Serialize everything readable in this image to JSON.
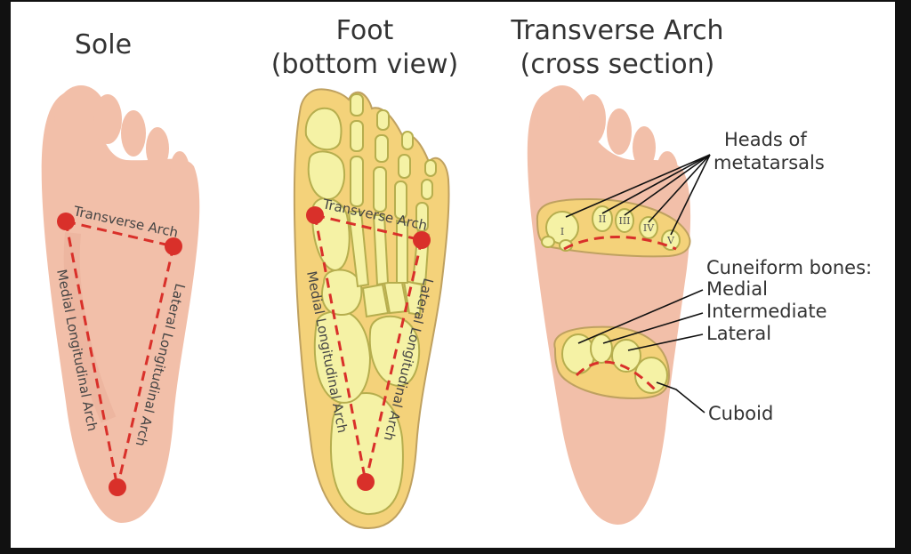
{
  "panels": {
    "sole": {
      "title": "Sole",
      "transverse": "Transverse Arch",
      "medial": "Medial Longitudinal Arch",
      "lateral": "Lateral Longitudinal Arch"
    },
    "foot": {
      "title_line1": "Foot",
      "title_line2": "(bottom view)",
      "transverse": "Transverse Arch",
      "medial": "Medial Longitudinal Arch",
      "lateral": "Lateral Longitudinal Arch"
    },
    "cross": {
      "title_line1": "Transverse Arch",
      "title_line2": "(cross section)",
      "heads_line1": "Heads of",
      "heads_line2": "metatarsals",
      "numerals": [
        "I",
        "II",
        "III",
        "IV",
        "V"
      ],
      "cuneiform_title": "Cuneiform bones:",
      "medial": "Medial",
      "intermediate": "Intermediate",
      "lateral": "Lateral",
      "cuboid": "Cuboid"
    }
  },
  "colors": {
    "skin": "#f2bfa9",
    "bone": "#f5f2a5",
    "arch_line": "#d9302a",
    "background": "#ffffff"
  }
}
